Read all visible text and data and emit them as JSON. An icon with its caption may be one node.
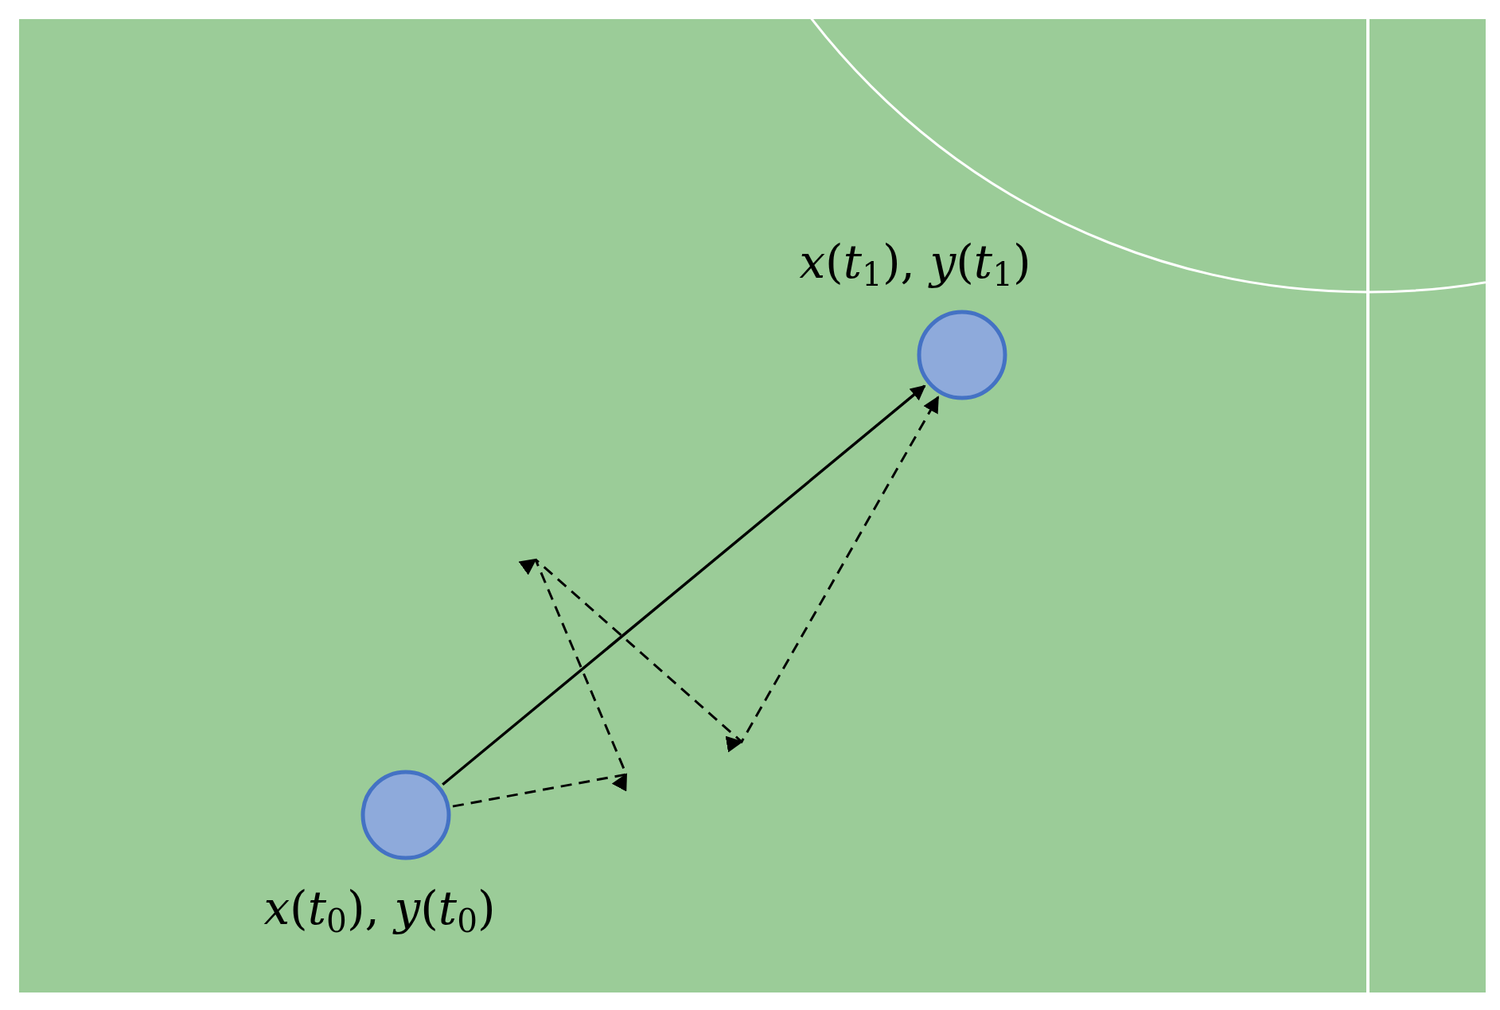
{
  "diagram": {
    "nodes": [
      {
        "text": [],
        "shape": "circle",
        "beside": [
          "*x*(*t*$_{0}$), *y*(*t*$_{0}$)"
        ]
      },
      {
        "text": [],
        "shape": "circle",
        "beside": [
          "*x*(*t*$_{1}$), *y*(*t*$_{1}$)"
        ]
      }
    ],
    "edges": [
      {
        "from": 0,
        "to": 1,
        "arrow": "to"
      },
      {
        "from": 0,
        "to": 1,
        "arrow": "to",
        "style": "dashed"
      }
    ]
  }
}
